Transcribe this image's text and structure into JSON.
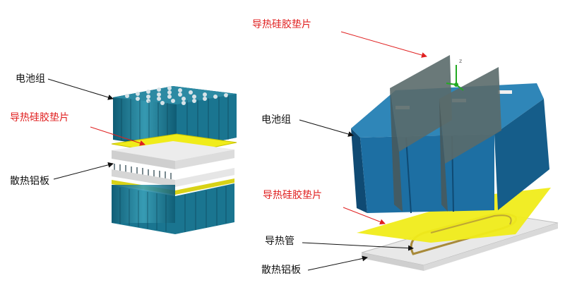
{
  "labels": {
    "left_battery": "电池组",
    "left_pad": "导热硅胶垫片",
    "left_plate": "散热铝板",
    "right_top_pad": "导热硅胶垫片",
    "right_battery": "电池组",
    "right_pad": "导热硅胶垫片",
    "right_pipe": "导热管",
    "right_plate": "散热铝板"
  },
  "colors": {
    "battery": "#1d6fa3",
    "battery_dark": "#0f4a73",
    "pad": "#f0ec1a",
    "plate": "#e6e6e6",
    "plate_dark": "#bdbdbd",
    "pipe": "#a88a3a",
    "fin": "#7a8a90",
    "arrow_black": "#111111",
    "arrow_red": "#e02020"
  },
  "axis_glyph": {
    "z": "z"
  }
}
